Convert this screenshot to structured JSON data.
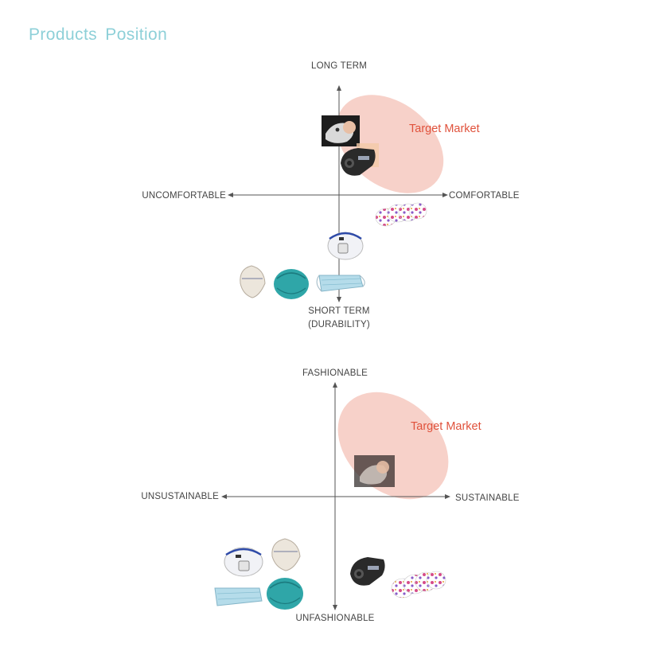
{
  "page": {
    "title": "Products  Position"
  },
  "charts": [
    {
      "axes": {
        "top": "LONG TERM",
        "bottom": "SHORT TERM",
        "bottom_sub": "(DURABILITY)",
        "left": "UNCOMFORTABLE",
        "right": "COMFORTABLE"
      },
      "target_label": "Target Market"
    },
    {
      "axes": {
        "top": "FASHIONABLE",
        "bottom": "UNFASHIONABLE",
        "left": "UNSUSTAINABLE",
        "right": "SUSTAINABLE"
      },
      "target_label": "Target Market"
    }
  ],
  "colors": {
    "title": "#8ed0d8",
    "target_fill": "#f6c9c0",
    "target_text": "#e0523c",
    "axis": "#555555"
  },
  "products": [
    {
      "name": "clear-mask-icon"
    },
    {
      "name": "black-sport-mask-icon"
    },
    {
      "name": "floral-cloth-masks-icon"
    },
    {
      "name": "valve-respirator-icon"
    },
    {
      "name": "white-n95-mask-icon"
    },
    {
      "name": "teal-n95-mask-icon"
    },
    {
      "name": "surgical-mask-icon"
    }
  ]
}
